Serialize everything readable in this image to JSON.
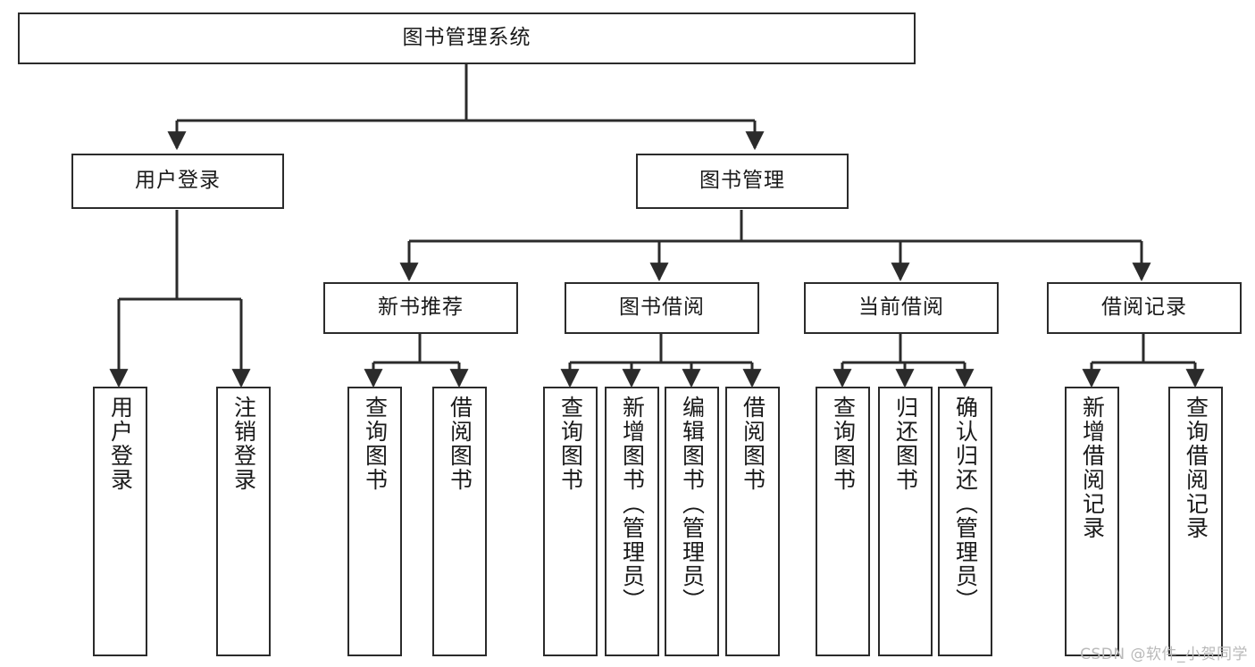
{
  "diagram": {
    "title": "图书管理系统",
    "type": "tree",
    "watermark": "CSDN @软件_小贺同学",
    "colors": {
      "stroke": "#2b2b2b",
      "fill": "#ffffff",
      "text": "#1a1a1a",
      "watermark": "#b9b9b9"
    },
    "root": {
      "label": "图书管理系统"
    },
    "level1": [
      {
        "id": "user-login",
        "label": "用户登录"
      },
      {
        "id": "book-manage",
        "label": "图书管理"
      }
    ],
    "level2": [
      {
        "id": "new-book-recommend",
        "label": "新书推荐"
      },
      {
        "id": "book-borrow",
        "label": "图书借阅"
      },
      {
        "id": "current-borrow",
        "label": "当前借阅"
      },
      {
        "id": "borrow-record",
        "label": "借阅记录"
      }
    ],
    "leaves": {
      "user_login": [
        {
          "id": "leaf-user-login",
          "label": "用户登录"
        },
        {
          "id": "leaf-logout",
          "label": "注销登录"
        }
      ],
      "new_book_recommend": [
        {
          "id": "leaf-query-book-1",
          "label": "查询图书"
        },
        {
          "id": "leaf-borrow-book-1",
          "label": "借阅图书"
        }
      ],
      "book_borrow": [
        {
          "id": "leaf-query-book-2",
          "label": "查询图书"
        },
        {
          "id": "leaf-add-book",
          "label": "新增图书（管理员）"
        },
        {
          "id": "leaf-edit-book",
          "label": "编辑图书（管理员）"
        },
        {
          "id": "leaf-borrow-book-2",
          "label": "借阅图书"
        }
      ],
      "current_borrow": [
        {
          "id": "leaf-query-book-3",
          "label": "查询图书"
        },
        {
          "id": "leaf-return-book",
          "label": "归还图书"
        },
        {
          "id": "leaf-confirm-return",
          "label": "确认归还（管理员）"
        }
      ],
      "borrow_record": [
        {
          "id": "leaf-add-record",
          "label": "新增借阅记录"
        },
        {
          "id": "leaf-query-record",
          "label": "查询借阅记录"
        }
      ]
    }
  }
}
